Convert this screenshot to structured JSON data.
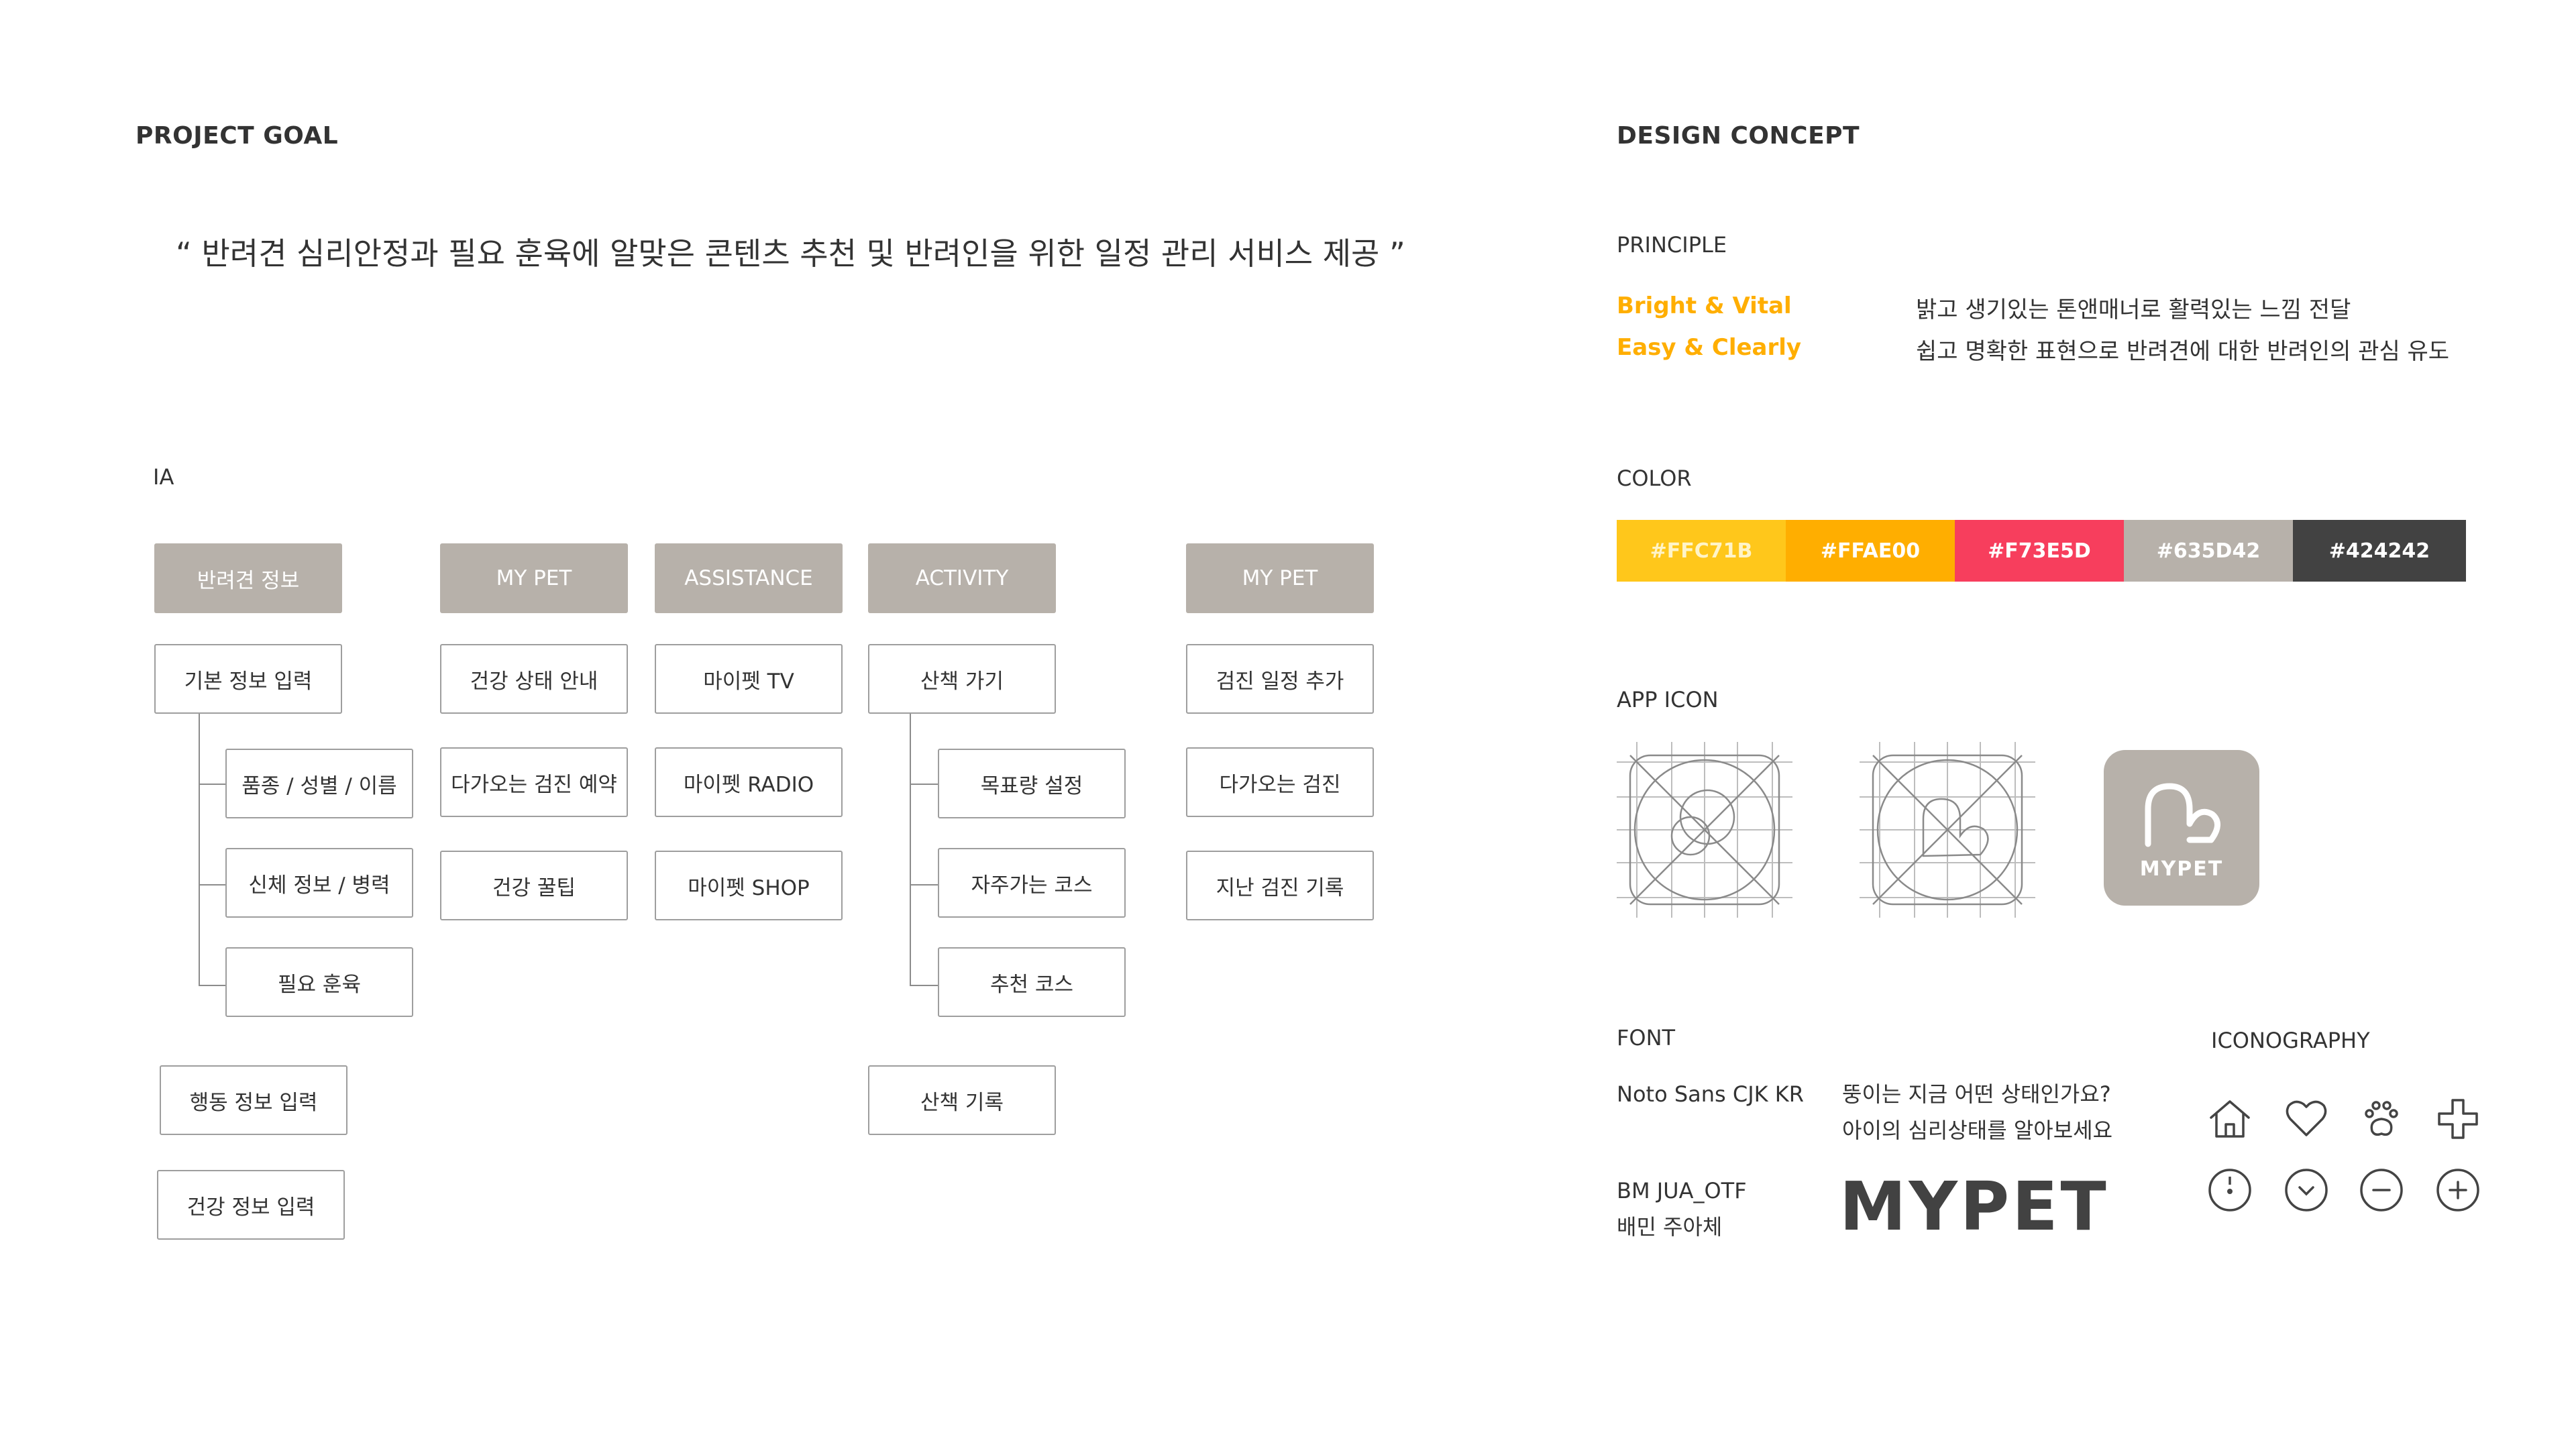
{
  "project_goal": {
    "title": "PROJECT GOAL",
    "statement": "“ 반려견 심리안정과 필요 훈육에 알맞은 콘텐츠 추천 및 반려인을 위한 일정 관리 서비스 제공 ”"
  },
  "ia": {
    "title": "IA",
    "columns": [
      {
        "head": "반려견 정보",
        "items": [
          "기본 정보 입력",
          "품종 / 성별 / 이름",
          "신체 정보 / 병력",
          "필요 훈육",
          "행동 정보 입력",
          "건강 정보 입력"
        ]
      },
      {
        "head": "MY PET",
        "items": [
          "건강 상태 안내",
          "다가오는 검진 예약",
          "건강 꿀팁"
        ]
      },
      {
        "head": "ASSISTANCE",
        "items": [
          "마이펫 TV",
          "마이펫 RADIO",
          "마이펫 SHOP"
        ]
      },
      {
        "head": "ACTIVITY",
        "items": [
          "산책 가기",
          "목표량 설정",
          "자주가는 코스",
          "추천 코스",
          "산책 기록"
        ]
      },
      {
        "head": "MY PET",
        "items": [
          "검진 일정 추가",
          "다가오는 검진",
          "지난 검진 기록"
        ]
      }
    ]
  },
  "design_concept": {
    "title": "DESIGN CONCEPT",
    "principle": {
      "title": "PRINCIPLE",
      "items": [
        {
          "key": "Bright & Vital",
          "value": "밝고 생기있는 톤앤매너로 활력있는 느낌 전달"
        },
        {
          "key": "Easy & Clearly",
          "value": "쉽고 명확한 표현으로 반려견에 대한 반려인의 관심 유도"
        }
      ]
    },
    "color": {
      "title": "COLOR",
      "swatches": [
        {
          "label": "#FFC71B",
          "hex": "#FFC71B",
          "text_color": "#fff4c8"
        },
        {
          "label": "#FFAE00",
          "hex": "#FFAE00",
          "text_color": "#ffffff"
        },
        {
          "label": "#F73E5D",
          "hex": "#F73E5D",
          "text_color": "#ffffff"
        },
        {
          "label": "#635D42",
          "hex": "#B7B1AA",
          "text_color": "#ffffff"
        },
        {
          "label": "#424242",
          "hex": "#424242",
          "text_color": "#ffffff"
        }
      ]
    },
    "app_icon": {
      "title": "APP ICON",
      "label": "MYPET"
    },
    "font": {
      "title": "FONT",
      "fonts": [
        {
          "name": "Noto Sans CJK KR",
          "sample_1": "뚱이는 지금 어떤 상태인가요?",
          "sample_2": "아이의 심리상태를 알아보세요"
        },
        {
          "name": "BM JUA_OTF",
          "name_2": "배민 주아체",
          "sample": "MYPET"
        }
      ]
    },
    "iconography": {
      "title": "ICONOGRAPHY",
      "icons": [
        "home-icon",
        "heart-icon",
        "paw-icon",
        "plus-cross-icon",
        "compass-icon",
        "chevron-down-circle-icon",
        "minus-circle-icon",
        "plus-circle-icon"
      ]
    }
  }
}
